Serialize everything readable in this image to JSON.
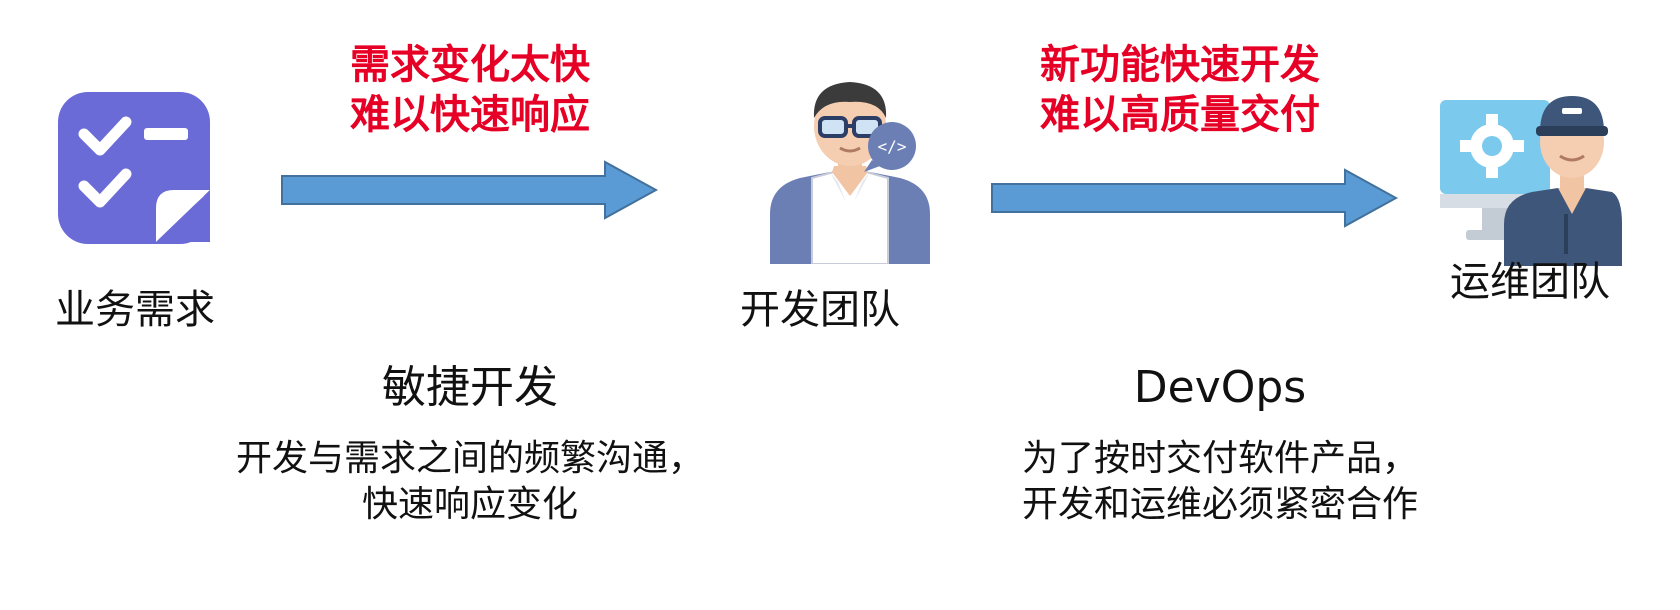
{
  "nodes": {
    "business": {
      "label": "业务需求",
      "icon": "checklist-icon"
    },
    "dev": {
      "label": "开发团队",
      "icon": "developer-avatar-icon"
    },
    "ops": {
      "label": "运维团队",
      "icon": "operator-avatar-icon"
    }
  },
  "flows": [
    {
      "problem_lines": [
        "需求变化太快",
        "难以快速响应"
      ],
      "method_title": "敏捷开发",
      "method_desc_lines": [
        "开发与需求之间的频繁沟通，",
        "快速响应变化"
      ]
    },
    {
      "problem_lines": [
        "新功能快速开发",
        "难以高质量交付"
      ],
      "method_title": "DevOps",
      "method_desc_lines": [
        "为了按时交付软件产品，",
        "开发和运维必须紧密合作"
      ]
    }
  ],
  "colors": {
    "arrow": "#5b9bd5",
    "problem_text": "#e60026",
    "checklist_bg": "#6b6bd8",
    "dev_shirt": "#6c7fb5",
    "ops_uniform": "#3e5679",
    "monitor": "#7cc9ee"
  }
}
